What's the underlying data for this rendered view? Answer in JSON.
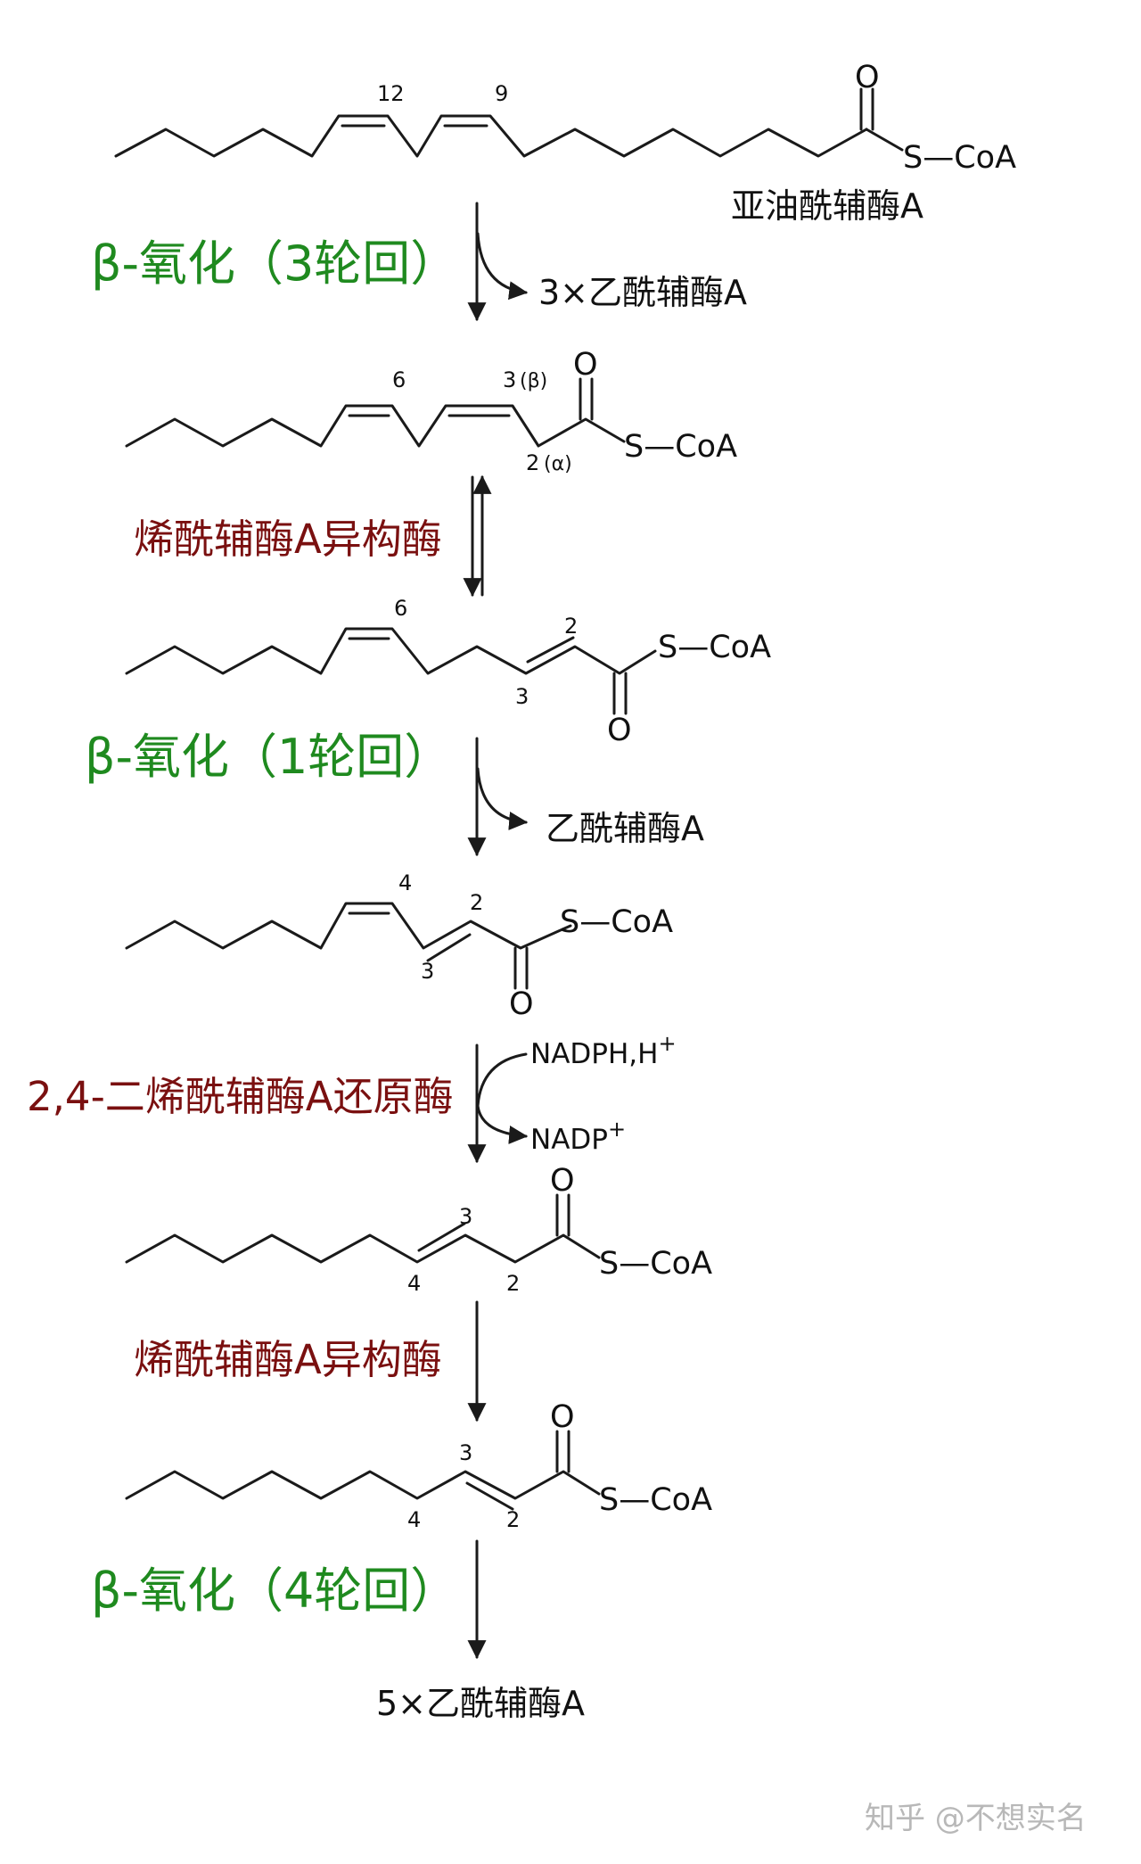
{
  "colors": {
    "enzyme_green": "#1f8a1f",
    "enzyme_red": "#7a1010",
    "ink": "#111111",
    "watermark": "#b8b8b8"
  },
  "molecules": {
    "m1": {
      "name": "亚油酰辅酶A",
      "s_coa": "S—CoA",
      "o": "O",
      "c12": "12",
      "c9": "9"
    },
    "m2": {
      "s_coa": "S—CoA",
      "o": "O",
      "c6": "6",
      "c3": "3",
      "beta": "(β)",
      "c2": "2",
      "alpha": "(α)"
    },
    "m3": {
      "s_coa": "S—CoA",
      "o": "O",
      "c6": "6",
      "c2": "2",
      "c3": "3"
    },
    "m4": {
      "s_coa": "S—CoA",
      "o": "O",
      "c4": "4",
      "c2": "2",
      "c3": "3"
    },
    "m5": {
      "s_coa": "S—CoA",
      "o": "O",
      "c3": "3",
      "c4": "4",
      "c2": "2"
    },
    "m6": {
      "s_coa": "S—CoA",
      "o": "O",
      "c3": "3",
      "c4": "4",
      "c2": "2"
    }
  },
  "steps": {
    "s1": {
      "label": "β-氧化（3轮回）",
      "product": "3×乙酰辅酶A"
    },
    "s2": {
      "label": "烯酰辅酶A异构酶"
    },
    "s3": {
      "label": "β-氧化（1轮回）",
      "product": "乙酰辅酶A"
    },
    "s4": {
      "label": "2,4-二烯酰辅酶A还原酶",
      "cofactor_in": "NADPH,H",
      "cofactor_in_sup": "+",
      "cofactor_out": "NADP",
      "cofactor_out_sup": "+"
    },
    "s5": {
      "label": "烯酰辅酶A异构酶"
    },
    "s6": {
      "label": "β-氧化（4轮回）"
    }
  },
  "final_product": "5×乙酰辅酶A",
  "watermark": "知乎 @不想实名"
}
